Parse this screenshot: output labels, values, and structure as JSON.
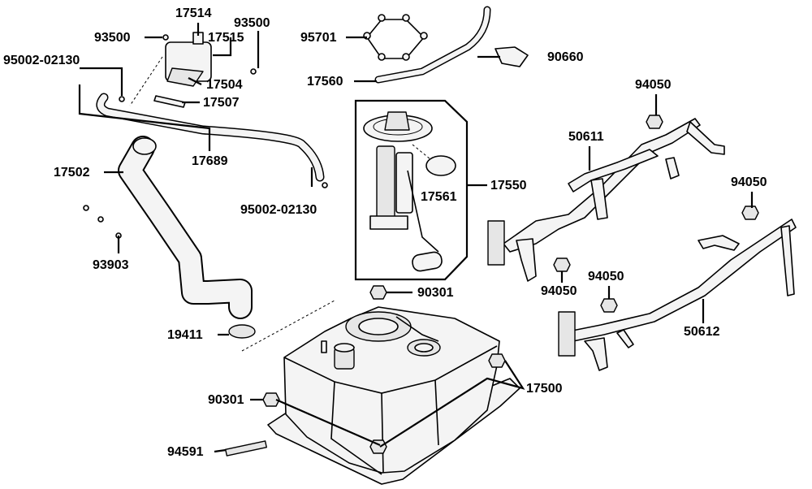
{
  "labels": {
    "p17514": "17514",
    "p93500a": "93500",
    "p93500b": "93500",
    "p17515": "17515",
    "p95002a": "95002-02130",
    "p17504": "17504",
    "p17507": "17507",
    "p17689": "17689",
    "p17502": "17502",
    "p95002b": "95002-02130",
    "p93903": "93903",
    "p19411": "19411",
    "p95701": "95701",
    "p17560": "17560",
    "p90660": "90660",
    "p17561": "17561",
    "p17550": "17550",
    "p94050a": "94050",
    "p50611": "50611",
    "p94050b": "94050",
    "p94050c": "94050",
    "p94050d": "94050",
    "p50612": "50612",
    "p90301a": "90301",
    "p90301b": "90301",
    "p17500": "17500",
    "p94591": "94591"
  }
}
